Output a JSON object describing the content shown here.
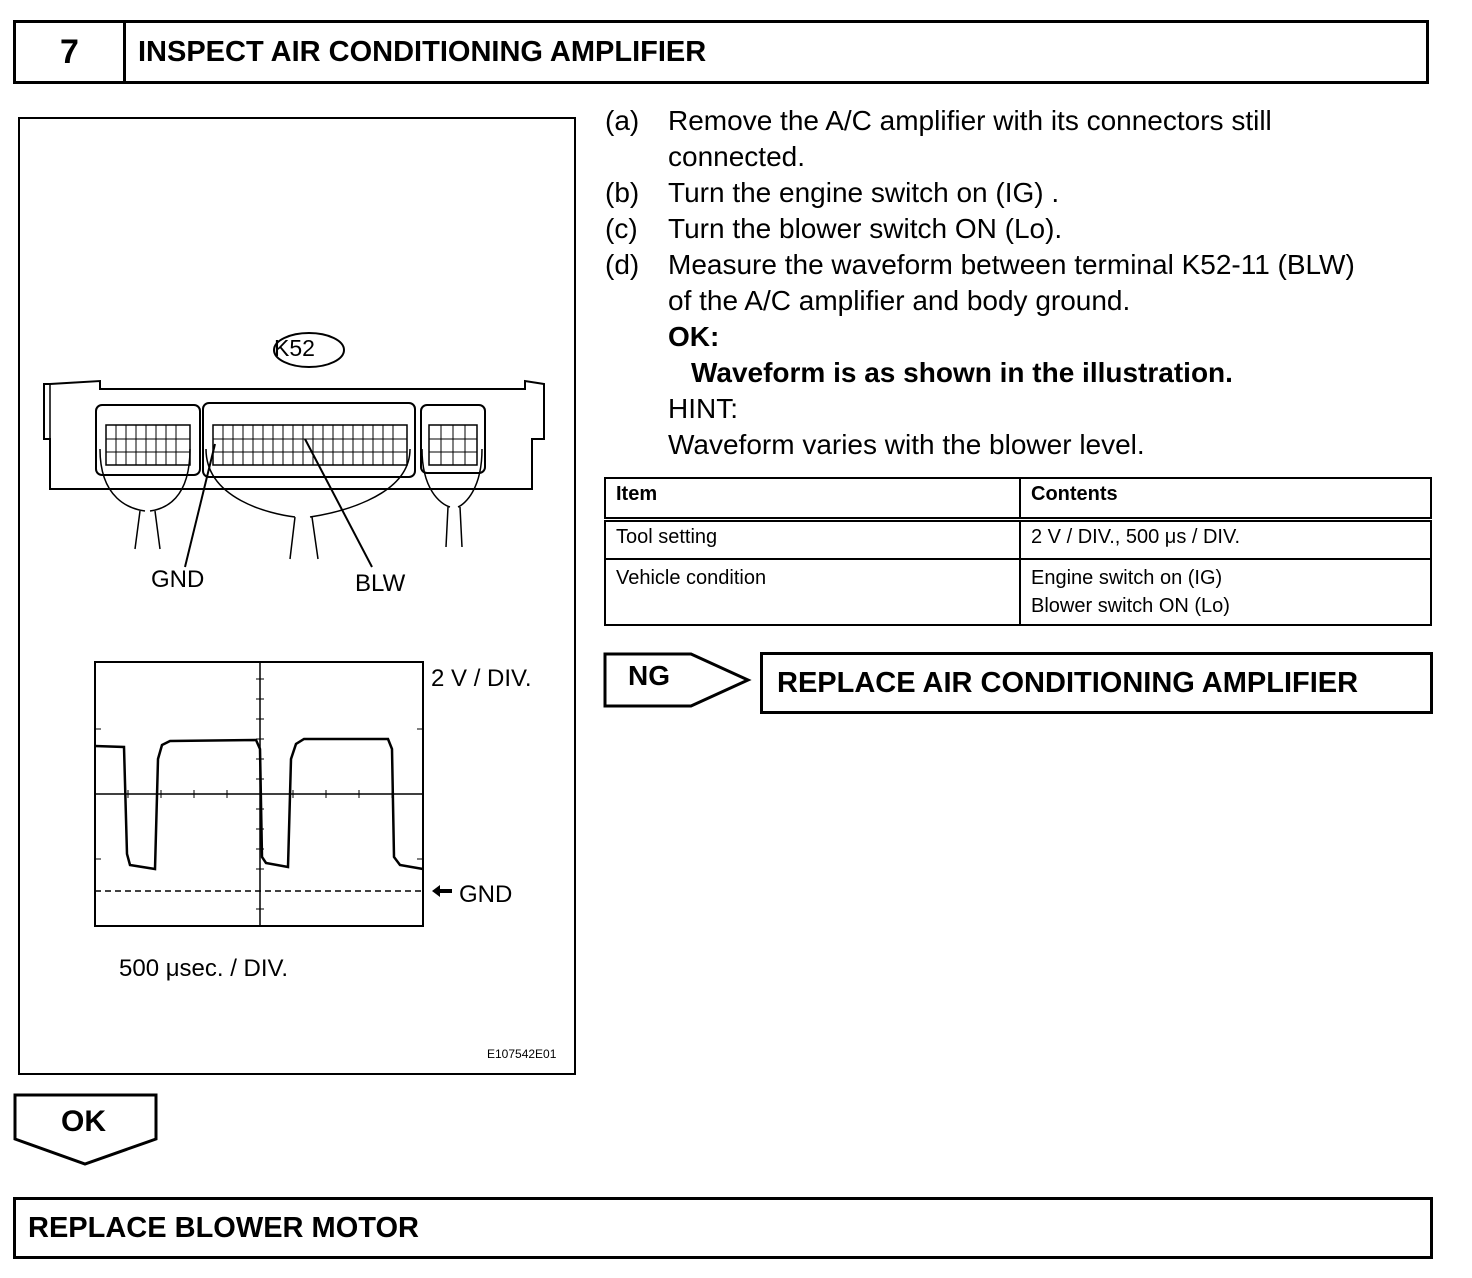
{
  "step": {
    "number": "7",
    "title": "INSPECT AIR CONDITIONING AMPLIFIER"
  },
  "figure": {
    "connector_id": "K52",
    "gnd_label": "GND",
    "blw_label": "BLW",
    "voltage_div": "2 V / DIV.",
    "time_div": "500 μsec. / DIV.",
    "ground_marker": "GND",
    "figure_code": "E107542E01"
  },
  "procedure": [
    {
      "letter": "(a)",
      "lines": [
        "Remove the A/C amplifier with its connectors still",
        "connected."
      ]
    },
    {
      "letter": "(b)",
      "lines": [
        "Turn the engine switch on (IG) ."
      ]
    },
    {
      "letter": "(c)",
      "lines": [
        "Turn the blower switch ON (Lo)."
      ]
    },
    {
      "letter": "(d)",
      "lines": [
        "Measure the waveform between terminal K52-11 (BLW)",
        "of the A/C amplifier and body ground."
      ]
    }
  ],
  "ok_spec": {
    "label": "OK:",
    "text": "Waveform is as shown in the illustration."
  },
  "hint": {
    "label": "HINT:",
    "text": "Waveform varies with the blower level."
  },
  "table": {
    "headers": [
      "Item",
      "Contents"
    ],
    "rows": [
      {
        "item": "Tool setting",
        "contents": [
          "2 V / DIV., 500 μs / DIV."
        ]
      },
      {
        "item": "Vehicle condition",
        "contents": [
          "Engine switch on (IG)",
          "Blower switch ON (Lo)"
        ]
      }
    ]
  },
  "ng": {
    "label": "NG",
    "action": "REPLACE AIR CONDITIONING AMPLIFIER"
  },
  "ok": {
    "label": "OK",
    "action": "REPLACE BLOWER MOTOR"
  }
}
